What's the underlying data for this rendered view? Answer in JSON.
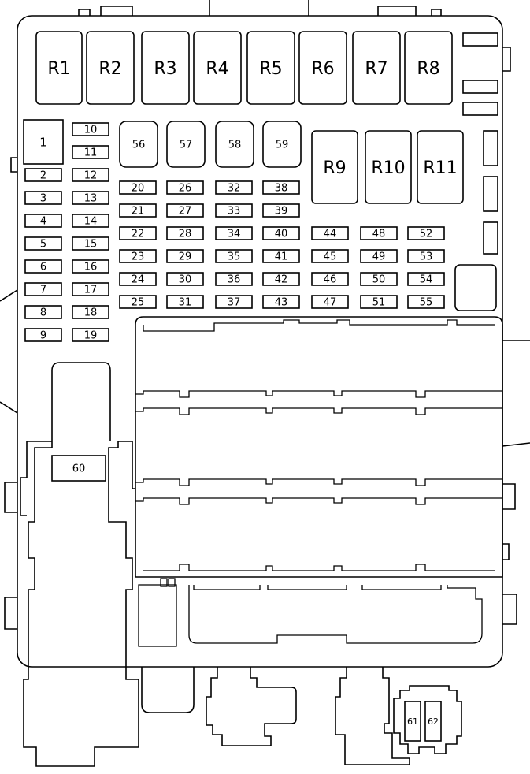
{
  "diagram": {
    "relays": [
      "R1",
      "R2",
      "R3",
      "R4",
      "R5",
      "R6",
      "R7",
      "R8",
      "R9",
      "R10",
      "R11"
    ],
    "fuses": {
      "f1": "1",
      "col_left": [
        "2",
        "3",
        "4",
        "5",
        "6",
        "7",
        "8",
        "9"
      ],
      "col_second": [
        "10",
        "11",
        "12",
        "13",
        "14",
        "15",
        "16",
        "17",
        "18",
        "19"
      ],
      "f56": "56",
      "f57": "57",
      "f58": "58",
      "f59": "59",
      "grid": [
        [
          "20",
          "26",
          "32",
          "38"
        ],
        [
          "21",
          "27",
          "33",
          "39"
        ],
        [
          "22",
          "28",
          "34",
          "40",
          "44",
          "48",
          "52"
        ],
        [
          "23",
          "29",
          "35",
          "41",
          "45",
          "49",
          "53"
        ],
        [
          "24",
          "30",
          "36",
          "42",
          "46",
          "50",
          "54"
        ],
        [
          "25",
          "31",
          "37",
          "43",
          "47",
          "51",
          "55"
        ]
      ],
      "f60": "60",
      "f61": "61",
      "f62": "62"
    }
  }
}
